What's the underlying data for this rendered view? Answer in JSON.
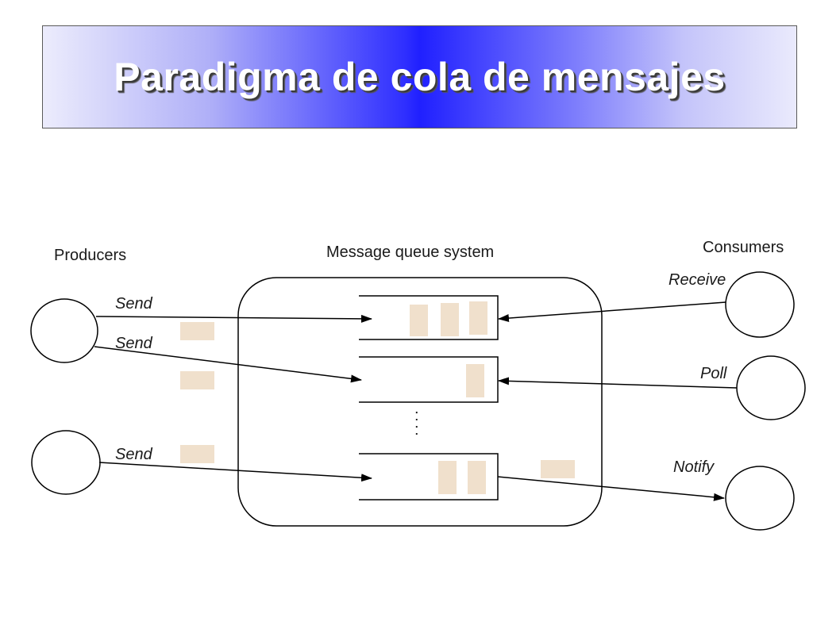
{
  "title": "Paradigma de cola de mensajes",
  "diagram": {
    "producers_label": "Producers",
    "system_label": "Message queue system",
    "consumers_label": "Consumers",
    "send_1": "Send",
    "send_2": "Send",
    "send_3": "Send",
    "receive": "Receive",
    "poll": "Poll",
    "notify": "Notify",
    "ellipsis": ":",
    "line_color": "#000000",
    "message_color": "#f0e0cc"
  }
}
